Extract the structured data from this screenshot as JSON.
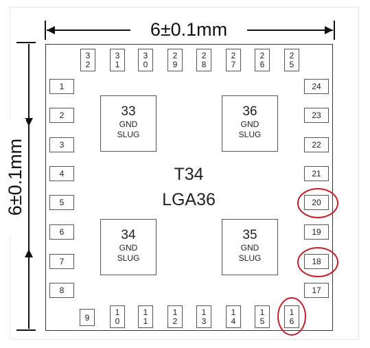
{
  "dimensions": {
    "width_label": "6±0.1mm",
    "height_label": "6±0.1mm"
  },
  "package": {
    "name": "T34",
    "type": "LGA36"
  },
  "top_pins": [
    {
      "d1": "3",
      "d2": "2"
    },
    {
      "d1": "3",
      "d2": "1"
    },
    {
      "d1": "3",
      "d2": "0"
    },
    {
      "d1": "2",
      "d2": "9"
    },
    {
      "d1": "2",
      "d2": "8"
    },
    {
      "d1": "2",
      "d2": "7"
    },
    {
      "d1": "2",
      "d2": "6"
    },
    {
      "d1": "2",
      "d2": "5"
    }
  ],
  "left_pins": [
    "1",
    "2",
    "3",
    "4",
    "5",
    "6",
    "7",
    "8"
  ],
  "right_pins": [
    "24",
    "23",
    "22",
    "21",
    "20",
    "19",
    "18",
    "17"
  ],
  "bottom_pin_single": "9",
  "bottom_pins": [
    {
      "d1": "1",
      "d2": "0"
    },
    {
      "d1": "1",
      "d2": "1"
    },
    {
      "d1": "1",
      "d2": "2"
    },
    {
      "d1": "1",
      "d2": "3"
    },
    {
      "d1": "1",
      "d2": "4"
    },
    {
      "d1": "1",
      "d2": "5"
    },
    {
      "d1": "1",
      "d2": "6"
    }
  ],
  "slugs": [
    {
      "num": "33",
      "line1": "GND",
      "line2": "SLUG"
    },
    {
      "num": "36",
      "line1": "GND",
      "line2": "SLUG"
    },
    {
      "num": "34",
      "line1": "GND",
      "line2": "SLUG"
    },
    {
      "num": "35",
      "line1": "GND",
      "line2": "SLUG"
    }
  ],
  "highlight_color": "#c0202a"
}
